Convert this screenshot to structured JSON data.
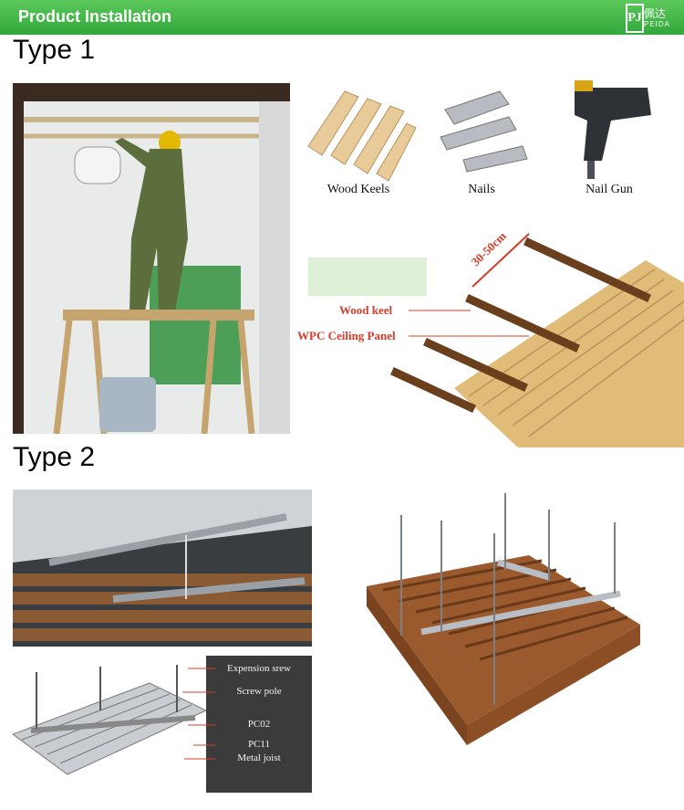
{
  "header": {
    "title": "Product Installation",
    "logo_letters": "PJ",
    "logo_cn": "佩达",
    "logo_en": "PEIDA"
  },
  "type1": {
    "title": "Type 1",
    "tools": [
      {
        "label": "Wood Keels"
      },
      {
        "label": "Nails"
      },
      {
        "label": "Nail Gun"
      }
    ],
    "diagram": {
      "spacing": "30-50cm",
      "keel_label": "Wood keel",
      "panel_label": "WPC Ceiling Panel"
    }
  },
  "type2": {
    "title": "Type 2",
    "legend": [
      "Expension srew",
      "Screw pole",
      "PC02",
      "PC11",
      "Metal joist"
    ]
  }
}
